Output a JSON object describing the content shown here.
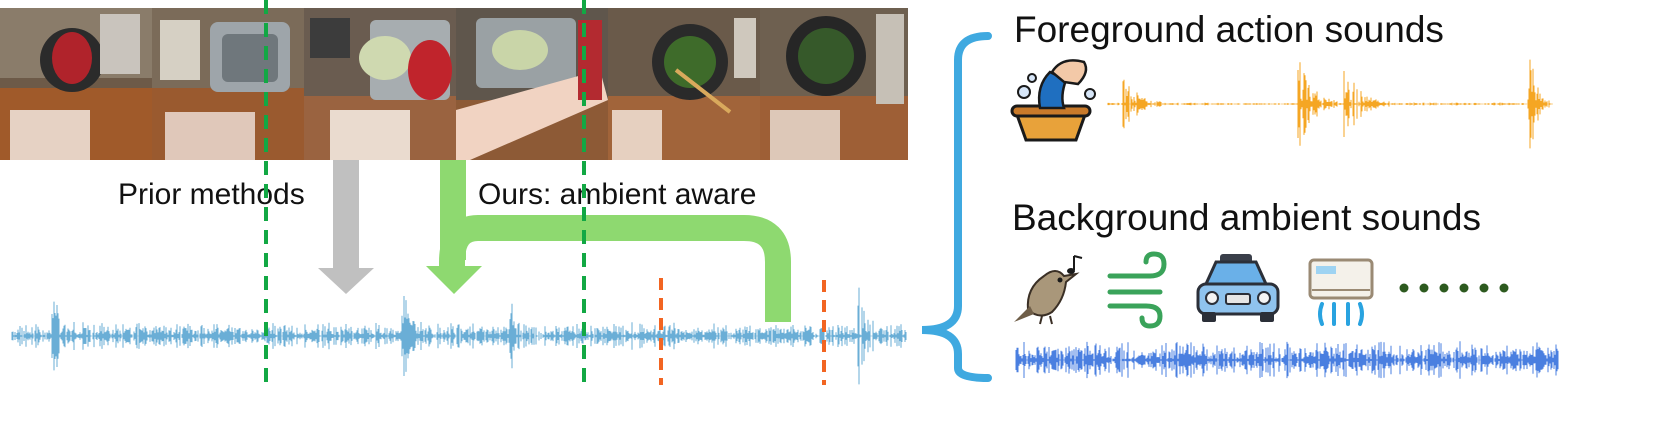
{
  "labels": {
    "prior": "Prior methods",
    "ours": "Ours: ambient aware",
    "foreground": "Foreground action sounds",
    "background": "Background ambient sounds"
  },
  "frames": [
    {
      "name": "frame-1",
      "scene": "pan-on-stove-overhead"
    },
    {
      "name": "frame-2",
      "scene": "sink-overhead"
    },
    {
      "name": "frame-3",
      "scene": "sink-with-bowl"
    },
    {
      "name": "frame-4",
      "scene": "arm-reaching-sink"
    },
    {
      "name": "frame-5",
      "scene": "chopsticks-cooking"
    },
    {
      "name": "frame-6",
      "scene": "pan-with-greens"
    }
  ],
  "icons": {
    "foreground": [
      "washing-hands-icon"
    ],
    "background": [
      "bird-singing-icon",
      "wind-icon",
      "car-icon",
      "air-conditioner-icon"
    ],
    "ellipsis": "more-dots-icon"
  },
  "colors": {
    "waveform_main": "#6aaed6",
    "waveform_foreground": "#f5a623",
    "waveform_background": "#4a7fe0",
    "marker_green": "#12a844",
    "marker_orange": "#f26522",
    "arrow_gray": "#c0c0c0",
    "arrow_green": "#8ed970",
    "bracket": "#3fa9e0",
    "dots": "#2d5a1f"
  }
}
